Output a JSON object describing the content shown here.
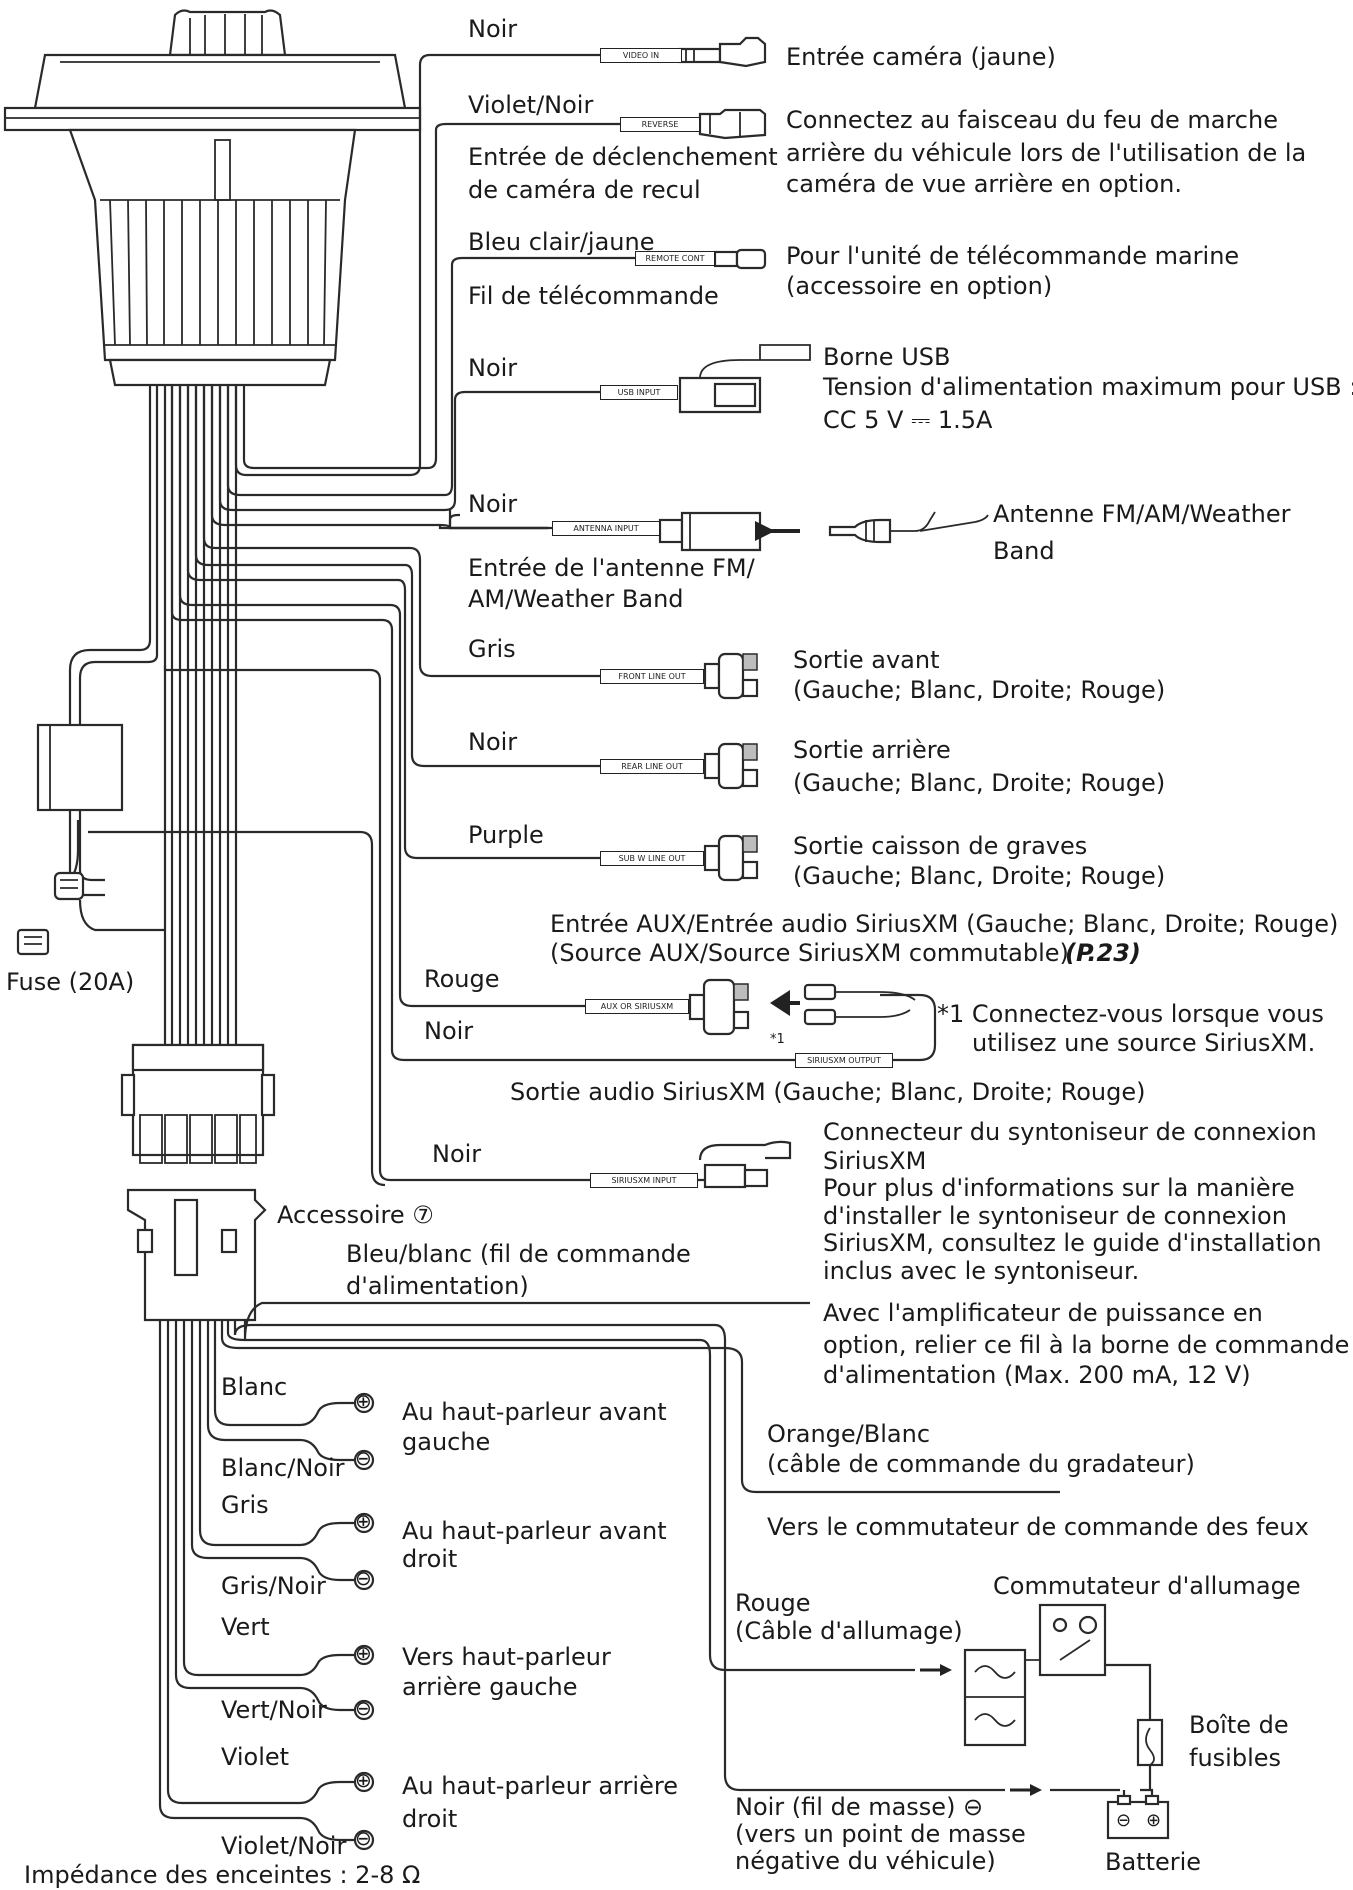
{
  "labels": {
    "noir_video": "Noir",
    "camera_input": "Entrée caméra (jaune)",
    "violet_noir": "Violet/Noir",
    "reverse_1": "Entrée de déclenchement",
    "reverse_2": "de caméra de recul",
    "reverse_desc_1": "Connectez au faisceau du feu de marche",
    "reverse_desc_2": "arrière du véhicule lors de l'utilisation de la",
    "reverse_desc_3": "caméra de vue arrière en option.",
    "bleu_clair": "Bleu clair/jaune",
    "remote_wire": "Fil de télécommande",
    "remote_desc_1": "Pour l'unité de télécommande marine",
    "remote_desc_2": "(accessoire en option)",
    "noir_usb": "Noir",
    "usb_1": "Borne USB",
    "usb_2": "Tension d'alimentation maximum pour USB :",
    "usb_3": "CC 5 V ⎓ 1.5A",
    "noir_antenna": "Noir",
    "antenna_in_1": "Entrée de l'antenne FM/",
    "antenna_in_2": "AM/Weather Band",
    "antenna_1": "Antenne FM/AM/Weather",
    "antenna_2": "Band",
    "gris_front": "Gris",
    "front_1": "Sortie avant",
    "front_2": "(Gauche; Blanc, Droite; Rouge)",
    "noir_rear": "Noir",
    "rear_1": "Sortie arrière",
    "rear_2": "(Gauche; Blanc, Droite; Rouge)",
    "purple": "Purple",
    "sub_1": "Sortie caisson de graves",
    "sub_2": "(Gauche; Blanc, Droite; Rouge)",
    "aux_1": "Entrée AUX/Entrée audio SiriusXM (Gauche; Blanc, Droite; Rouge)",
    "aux_2": "(Source AUX/Source SiriusXM commutable)",
    "aux_ref": "(P.23)",
    "rouge_aux": "Rouge",
    "noir_aux": "Noir",
    "note_1": "*1 Connectez-vous lorsque vous",
    "note_2": "utilisez une source SiriusXM.",
    "star1": "*1",
    "sxm_out": "Sortie audio SiriusXM (Gauche; Blanc, Droite; Rouge)",
    "fuse": "Fuse (20A)",
    "noir_sxm": "Noir",
    "sxm_1": "Connecteur du syntoniseur de connexion",
    "sxm_2": "SiriusXM",
    "sxm_3": "Pour plus d'informations sur la manière",
    "sxm_4": "d'installer le syntoniseur de connexion",
    "sxm_5": "SiriusXM, consultez le guide d'installation",
    "sxm_6": "inclus avec le syntoniseur.",
    "accessory": "Accessoire ⑦",
    "bleu_blanc_1": "Bleu/blanc (fil de commande",
    "bleu_blanc_2": "d'alimentation)",
    "amp_1": "Avec l'amplificateur de puissance en",
    "amp_2": "option, relier ce fil à la borne de commande",
    "amp_3": "d'alimentation (Max. 200 mA, 12 V)",
    "blanc": "Blanc",
    "blanc_noir": "Blanc/Noir",
    "spk_fl_1": "Au haut-parleur avant",
    "spk_fl_2": "gauche",
    "gris": "Gris",
    "gris_noir": "Gris/Noir",
    "spk_fr_1": "Au haut-parleur avant",
    "spk_fr_2": "droit",
    "vert": "Vert",
    "vert_noir": "Vert/Noir",
    "spk_rl_1": "Vers haut-parleur",
    "spk_rl_2": "arrière gauche",
    "violet": "Violet",
    "violet_noir2": "Violet/Noir",
    "spk_rr_1": "Au haut-parleur arrière",
    "spk_rr_2": "droit",
    "impedance": "Impédance des enceintes : 2-8 Ω",
    "orange_1": "Orange/Blanc",
    "orange_2": "(câble de commande du gradateur)",
    "lights": "Vers le commutateur de commande des feux",
    "ignition_sw": "Commutateur d'allumage",
    "rouge_ign_1": "Rouge",
    "rouge_ign_2": "(Câble d'allumage)",
    "fusebox_1": "Boîte de",
    "fusebox_2": "fusibles",
    "ground_1": "Noir (fil de masse) ⊖",
    "ground_2": "(vers un point de masse",
    "ground_3": "négative du véhicule)",
    "battery": "Batterie"
  },
  "tags": {
    "video_in": "VIDEO IN",
    "reverse": "REVERSE",
    "remote_cont": "REMOTE CONT",
    "usb_input": "USB INPUT",
    "antenna_input": "ANTENNA INPUT",
    "front_line_out": "FRONT LINE OUT",
    "rear_line_out": "REAR LINE OUT",
    "sub_w_line_out": "SUB W LINE OUT",
    "aux_or_siriusxm": "AUX OR SIRIUSXM",
    "siriusxm_output": "SIRIUSXM OUTPUT",
    "siriusxm_input": "SIRIUSXM INPUT"
  },
  "symbols": {
    "plus": "⊕",
    "minus": "⊖"
  }
}
